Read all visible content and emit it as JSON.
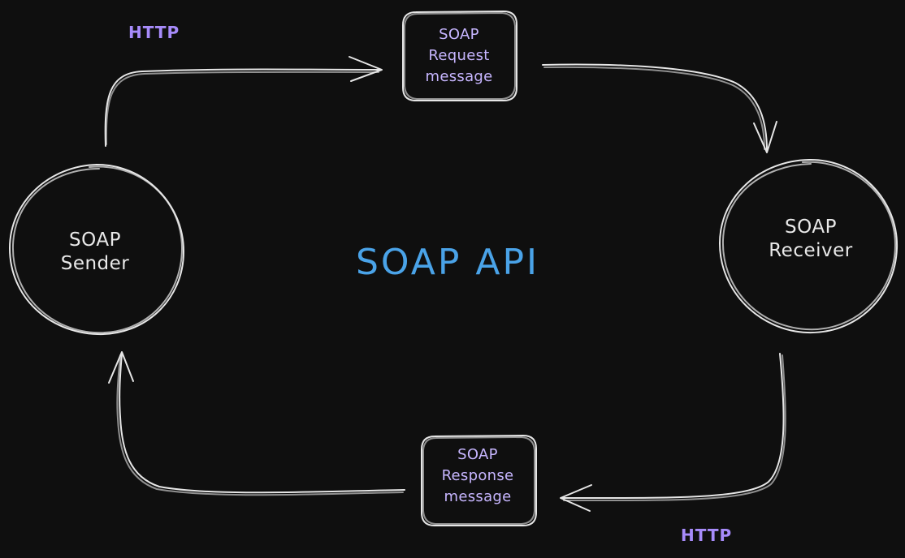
{
  "diagram": {
    "title": "SOAP API",
    "sender": {
      "lines": [
        "SOAP",
        "Sender"
      ]
    },
    "receiver": {
      "lines": [
        "SOAP",
        "Receiver"
      ]
    },
    "request_message": {
      "lines": [
        "SOAP",
        "Request",
        "message"
      ]
    },
    "response_message": {
      "lines": [
        "SOAP",
        "Response",
        "message"
      ]
    },
    "protocol_top": "HTTP",
    "protocol_bottom": "HTTP"
  },
  "colors": {
    "background": "#0f0f0f",
    "stroke": "#e6e6e6",
    "node_text": "#e9e9e9",
    "message_text": "#c7b6ff",
    "protocol_text": "#a78bfa",
    "title": "#4aa3e8"
  }
}
